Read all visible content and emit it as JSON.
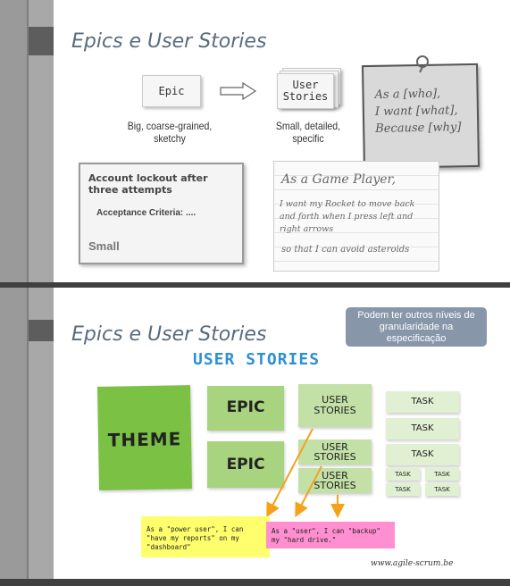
{
  "slide1": {
    "title": "Epics e User Stories",
    "epic_card": "Epic",
    "epic_caption_1": "Big, coarse-grained,",
    "epic_caption_2": "sketchy",
    "us_card_1": "User",
    "us_card_2": "Stories",
    "us_caption_1": "Small, detailed,",
    "us_caption_2": "specific",
    "note_line1": "As a [who],",
    "note_line2": "I want [what],",
    "note_line3": "Because [why]",
    "account_title": "Account lockout after three attempts",
    "account_criteria": "Acceptance Criteria: ....",
    "account_size": "Small",
    "game_line1": "As a Game Player,",
    "game_line2": "I want my Rocket to move back",
    "game_line3": "and forth when I press left and",
    "game_line4": "right arrows",
    "game_line5": "so that I can avoid asteroids"
  },
  "slide2": {
    "title": "Epics e User Stories",
    "callout": "Podem ter outros níveis de granularidade na especificação",
    "heading": "USER STORIES",
    "theme": "THEME",
    "epic1": "EPIC",
    "epic2": "EPIC",
    "us1": "USER STORIES",
    "us2": "USER STORIES",
    "us3": "USER STORIES",
    "task1": "TASK",
    "task2": "TASK",
    "task3": "TASK",
    "small_tasks": [
      "TASK",
      "TASK",
      "TASK",
      "TASK"
    ],
    "yellow_note": "As a \"power user\", I can \"have my reports\" on my \"dashboard\"",
    "pink_note": "As a \"user\", I can \"backup\" my \"hard drive.\"",
    "credit": "www.agile-scrum.be"
  },
  "colors": {
    "title": "#5a6b7f",
    "heading": "#2e8fd6",
    "theme_green": "#7bc144",
    "epic_green": "#a8d37f",
    "us_green": "#c3e0a7",
    "task_green": "#e1f0d2",
    "yellow": "#ffff6e",
    "pink": "#ff8fd0",
    "arrow": "#f4a21b",
    "callout": "#8796a9"
  }
}
